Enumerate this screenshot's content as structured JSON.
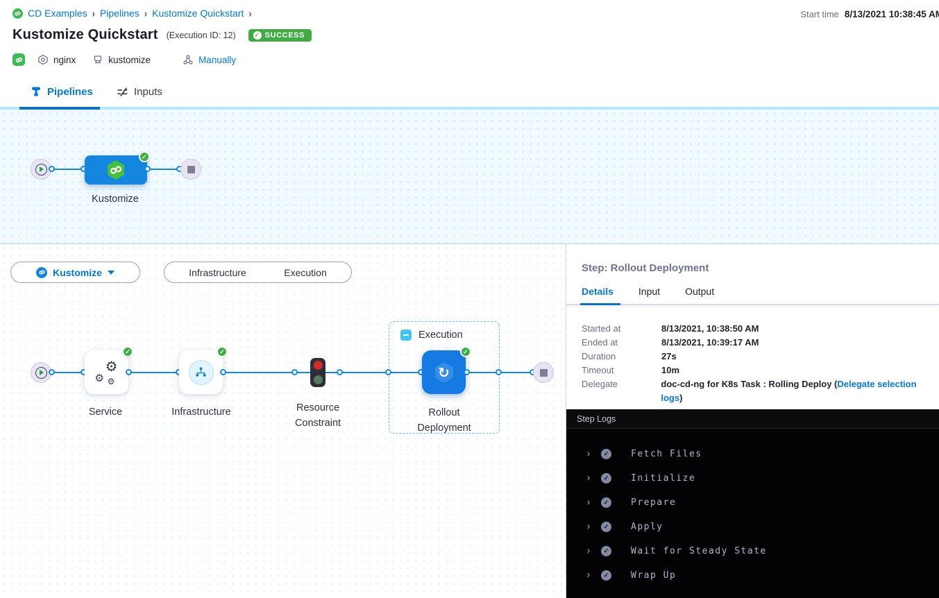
{
  "colors": {
    "primary": "#0278d5",
    "success": "#42ab45",
    "graph_blue": "#1486e0",
    "badge_green": "#3eae49"
  },
  "header": {
    "breadcrumb": {
      "items": [
        "CD Examples",
        "Pipelines",
        "Kustomize Quickstart"
      ],
      "separator": "›"
    },
    "title": "Kustomize Quickstart",
    "execution_id": "(Execution ID: 12)",
    "status_badge": "SUCCESS",
    "start_time_label": "Start time",
    "start_time_value": "8/13/2021 10:38:45 AM",
    "meta": {
      "service": "nginx",
      "manifest": "kustomize",
      "trigger": "Manually"
    }
  },
  "nav_tabs": {
    "pipelines": "Pipelines",
    "inputs": "Inputs"
  },
  "pipeline_graph": {
    "stage_name": "Kustomize"
  },
  "stage_toolbar": {
    "selected_stage": "Kustomize",
    "toggle_infrastructure": "Infrastructure",
    "toggle_execution": "Execution"
  },
  "execution_graph": {
    "group_label": "Execution",
    "nodes": {
      "service": "Service",
      "infrastructure": "Infrastructure",
      "resource_constraint": "Resource Constraint",
      "rollout": "Rollout Deployment"
    }
  },
  "step_panel": {
    "title": "Step: Rollout Deployment",
    "tabs": {
      "details": "Details",
      "input": "Input",
      "output": "Output"
    },
    "details": {
      "started_label": "Started at",
      "started_value": "8/13/2021, 10:38:50 AM",
      "ended_label": "Ended at",
      "ended_value": "8/13/2021, 10:39:17 AM",
      "duration_label": "Duration",
      "duration_value": "27s",
      "timeout_label": "Timeout",
      "timeout_value": "10m",
      "delegate_label": "Delegate",
      "delegate_text": "doc-cd-ng for K8s Task : Rolling Deploy (",
      "delegate_link": "Delegate selection logs",
      "delegate_suffix": ")"
    }
  },
  "step_logs": {
    "title": "Step Logs",
    "sections": [
      "Fetch Files",
      "Initialize",
      "Prepare",
      "Apply",
      "Wait for Steady State",
      "Wrap Up"
    ]
  }
}
